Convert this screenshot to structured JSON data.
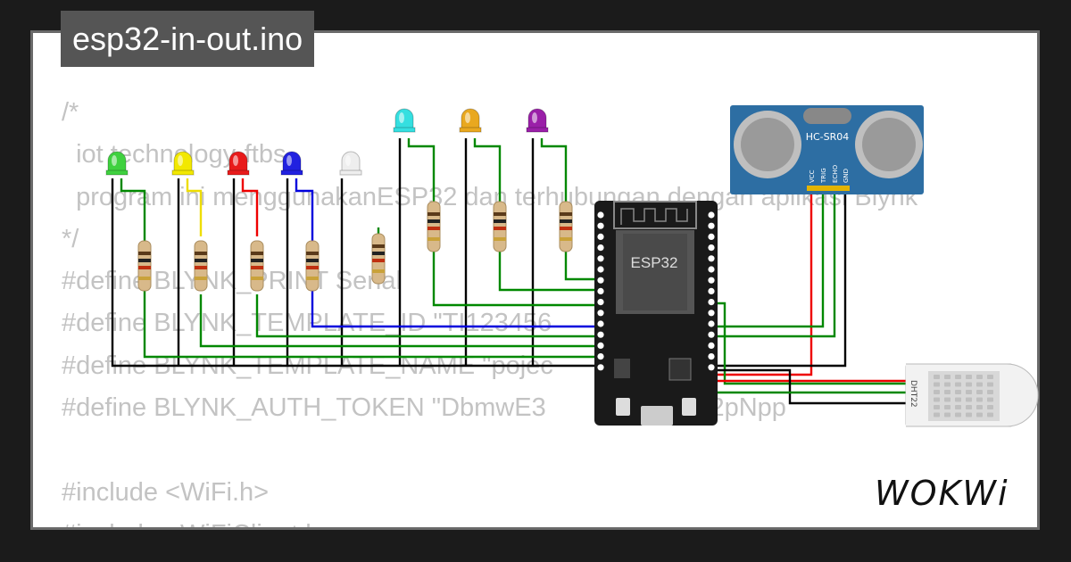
{
  "title": "esp32-in-out.ino",
  "code_lines": [
    "/*",
    "  iot technology-ftbs",
    "  program ini menggunakanESP32 dan terhubungan dengan aplikasi Blynk",
    "*/",
    "#define BLYNK_PRINT Serial",
    "#define BLYNK_TEMPLATE_ID \"TI123456",
    "#define BLYNK_TEMPLATE_NAME \"pojec",
    "#define BLYNK_AUTH_TOKEN \"DbmwE3         t2ui7iQY2pNpp",
    "",
    "#include <WiFi.h>",
    "#include <WiFiClient.h>"
  ],
  "components": {
    "board_label": "ESP32",
    "ultrasonic_label": "HC-SR04",
    "ultrasonic_pins": [
      "VCC",
      "TRIG",
      "ECHO",
      "GND"
    ],
    "dht_label": "DHT22"
  },
  "leds": [
    {
      "color": "#3fd13f",
      "name": "green"
    },
    {
      "color": "#f2e800",
      "name": "yellow"
    },
    {
      "color": "#e81b1b",
      "name": "red"
    },
    {
      "color": "#2121e0",
      "name": "blue"
    },
    {
      "color": "#eeeeee",
      "name": "white"
    },
    {
      "color": "#35dfe0",
      "name": "cyan"
    },
    {
      "color": "#e9a81f",
      "name": "orange"
    },
    {
      "color": "#9a1fa8",
      "name": "purple"
    }
  ],
  "logo_text": "WOKWi",
  "colors": {
    "background": "#1b1b1b",
    "card": "#ffffff",
    "title_tag": "#555555",
    "code_text": "#c3c3c3",
    "wire_black": "#000000",
    "wire_green": "#008800",
    "wire_red": "#ee0000",
    "wire_blue": "#0000dd",
    "wire_yellow": "#eedd00",
    "sensor_blue": "#2d6ea3",
    "board": "#1a1a1a"
  }
}
